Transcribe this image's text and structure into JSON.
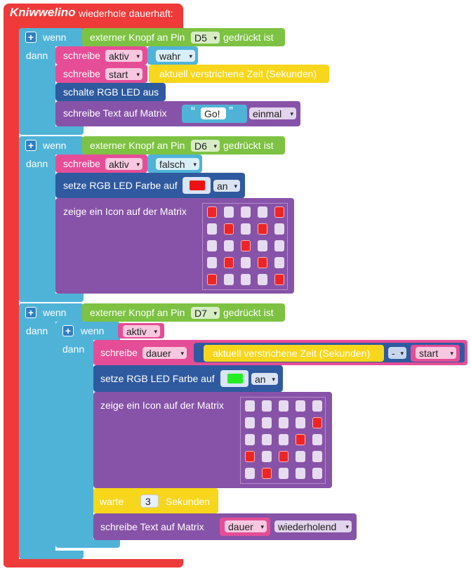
{
  "logo": "Kniwwelino",
  "main_loop_label": "wiederhole dauerhaft:",
  "labels": {
    "wenn": "wenn",
    "dann": "dann",
    "button_pre": "externer Knopf an Pin",
    "button_post": "gedrückt ist",
    "schreibe": "schreibe",
    "elapsed": "aktuell verstrichene Zeit (Sekunden)",
    "led_off": "schalte RGB LED aus",
    "write_text": "schreibe Text auf Matrix",
    "led_color": "setze RGB LED Farbe auf",
    "icon": "zeige ein Icon auf der Matrix",
    "warte": "warte",
    "sekunden": "Sekunden"
  },
  "handlers": [
    {
      "pin": "D5",
      "var1": "aktiv",
      "val1": "wahr",
      "var2": "start",
      "text": "Go!",
      "mode": "einmal"
    },
    {
      "pin": "D6",
      "var1": "aktiv",
      "val1": "falsch",
      "led_state": "an",
      "led_color": "#ee1111",
      "icon": [
        [
          1,
          0,
          0,
          0,
          1
        ],
        [
          0,
          1,
          0,
          1,
          0
        ],
        [
          0,
          0,
          1,
          0,
          0
        ],
        [
          0,
          1,
          0,
          1,
          0
        ],
        [
          1,
          0,
          0,
          0,
          1
        ]
      ]
    },
    {
      "pin": "D7",
      "cond": "aktiv",
      "var": "dauer",
      "op": "-",
      "start": "start",
      "led_state": "an",
      "led_color": "#22ee22",
      "icon": [
        [
          0,
          0,
          0,
          0,
          0
        ],
        [
          0,
          0,
          0,
          0,
          1
        ],
        [
          0,
          0,
          0,
          1,
          0
        ],
        [
          1,
          0,
          1,
          0,
          0
        ],
        [
          0,
          1,
          0,
          0,
          0
        ]
      ],
      "wait": "3",
      "text_var": "dauer",
      "mode": "wiederholend"
    }
  ],
  "colors": {
    "loop": "#ef3a3a",
    "if": "#4fb3d8",
    "event": "#7dc242",
    "var": "#e64d97",
    "time": "#f7d61b",
    "led": "#2f5aa0",
    "matrix": "#8753a8"
  }
}
